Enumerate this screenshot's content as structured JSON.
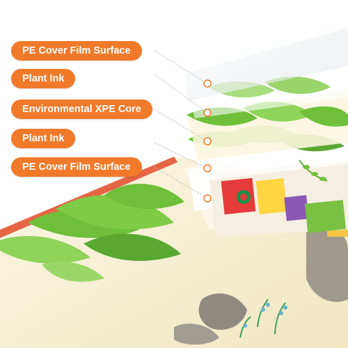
{
  "labels": [
    "PE Cover Film Surface",
    "Plant Ink",
    "Environmental XPE Core",
    "Plant Ink",
    "PE Cover Film Surface"
  ],
  "colors": {
    "label_bg": "#f07a2a",
    "label_text": "#ffffff",
    "leader_line": "#b9b9b9",
    "marker": "#f07a2a",
    "leaf_green": "#6fbf3b",
    "mat_cream": "#f6f0d6",
    "mat_edge": "#e24b2a"
  },
  "layers": [
    "transparent-film",
    "leaf-print-sheet",
    "core-sheet",
    "leaf-print-sheet",
    "transparent-film"
  ]
}
